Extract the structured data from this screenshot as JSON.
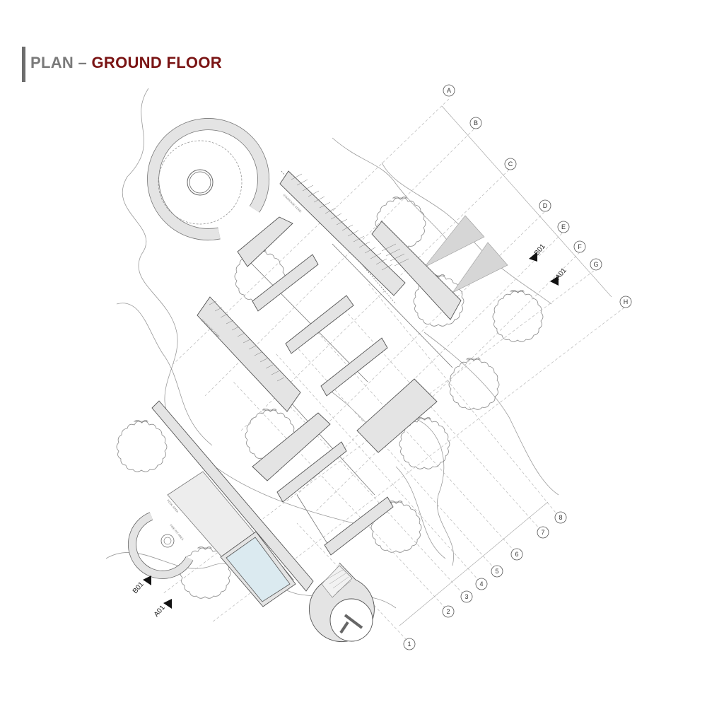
{
  "title": {
    "prefix": "PLAN –",
    "accent": "GROUND FLOOR"
  },
  "colors": {
    "accent": "#7a1414",
    "title_gray": "#7a7a7a",
    "wall_fill": "#e4e4e4",
    "pool_fill": "#dbeaf0",
    "line": "#555555"
  },
  "grid_letters": [
    "A",
    "B",
    "C",
    "D",
    "E",
    "F",
    "G",
    "H"
  ],
  "grid_numbers": [
    "1",
    "2",
    "3",
    "4",
    "5",
    "6",
    "7",
    "8"
  ],
  "section_markers": [
    "B01",
    "A01",
    "B01",
    "A01"
  ],
  "room_labels": [
    "STAIRCASE CORE",
    "STAIRCASE CORE",
    "POOL AREA",
    "FIRE PIT AREA"
  ]
}
